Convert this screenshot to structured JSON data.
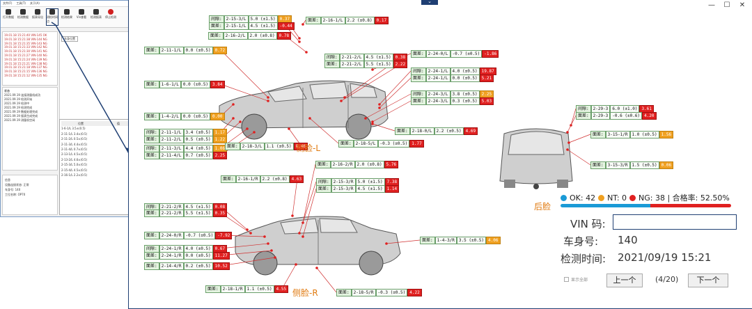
{
  "bg_window": {
    "menu": [
      "文件(F)",
      "工具(T)",
      "关于(A)"
    ],
    "ribbon": [
      "打开数据",
      "检测数据",
      "报表导出",
      "测检时间点",
      "检测结果",
      "Vin查看",
      "检测报表",
      "停止检测"
    ],
    "log_entries": [
      "19.01.18 15:21:40 VIN-145 OK",
      "19.01.18 15:21:38 VIN-144 NG",
      "19.01.18 15:21:35 VIN-143 NG",
      "19.01.18 15:21:33 VIN-142 NG",
      "19.01.18 15:21:30 VIN-141 NG",
      "19.01.18 15:21:27 VIN-140 NG",
      "19.01.18 15:21:24 VIN-139 NG",
      "19.01.18 15:21:21 VIN-138 NG",
      "19.01.18 15:21:18 VIN-137 NG",
      "19.01.18 15:21:15 VIN-136 NG",
      "19.01.18 15:21:12 VIN-135 NG"
    ],
    "status_title": "状态",
    "status_entries": [
      "2021.09.19 连接测量机成功",
      "2021.09.19 检测开始",
      "2021.09.19 检测中",
      "2021.09.19 检测完成",
      "2021.09.19 数据处理完成",
      "2021.09.19 报表生成完成",
      "2021.09.19 测量机空闲"
    ],
    "info_title": "信息",
    "info_rows": [
      "设备连接状态: 正常",
      "车身号: 140",
      "工位名称: OP70"
    ],
    "right_tab": "车身位置",
    "table_header": [
      "位置",
      "值"
    ],
    "table_rows": [
      "1-6-1/L 3.5±(0.5)",
      "2-11-1/L 3.4±(0.5)",
      "2-11-2/L 0.5±(0.5)",
      "2-11-3/L 4.4±(0.5)",
      "2-11-4/L 0.7±(0.5)",
      "2-13-1/L 4.5±(0.5)",
      "2-13-2/L 4.6±(0.5)",
      "2-15-3/L 5.0±(0.5)",
      "2-15-4/L 4.5±(0.5)",
      "2-16-1/L 2.2±(0.5)"
    ]
  },
  "window": {
    "controls": [
      "—",
      "☐",
      "✕"
    ]
  },
  "labels": [
    {
      "type": "间隙:",
      "name": "2-15-3/L",
      "val": "5.0 (±1.5)",
      "dev": "0.37",
      "st": "NT"
    },
    {
      "type": "面差:",
      "name": "2-15-1/L",
      "val": "4.5 (±1.5)",
      "dev": "-0.44",
      "st": "NG"
    },
    {
      "type": "面差:",
      "name": "2-16-1/L",
      "val": "2.2 (±0.8)",
      "dev": "0.17",
      "st": "NG"
    },
    {
      "type": "面差:",
      "name": "2-16-2/L",
      "val": "2.0 (±0.8)",
      "dev": "0.78",
      "st": "NG"
    },
    {
      "type": "面差:",
      "name": "2-11-1/L",
      "val": "0.0 (±0.5)",
      "dev": "0.72",
      "st": "NT"
    },
    {
      "type": "间隙:",
      "name": "2-21-2/L",
      "val": "4.5 (±1.5)",
      "dev": "0.38",
      "st": "NG"
    },
    {
      "type": "面差:",
      "name": "2-21-2/L",
      "val": "5.5 (±1.5)",
      "dev": "2.22",
      "st": "NG"
    },
    {
      "type": "面差:",
      "name": "2-24-0/L",
      "val": "-0.7 (±0.5)",
      "dev": "-1.86",
      "st": "NG"
    },
    {
      "type": "间隙:",
      "name": "2-24-1/L",
      "val": "4.0 (±0.5)",
      "dev": "19.87",
      "st": "NG"
    },
    {
      "type": "面差:",
      "name": "2-24-1/L",
      "val": "0.0 (±0.5)",
      "dev": "5.21",
      "st": "NG"
    },
    {
      "type": "面差:",
      "name": "1-6-1/L",
      "val": "0.0 (±0.5)",
      "dev": "3.84",
      "st": "NG"
    },
    {
      "type": "间隙:",
      "name": "2-24-3/L",
      "val": "3.8 (±0.5)",
      "dev": "2.25",
      "st": "NT"
    },
    {
      "type": "面差:",
      "name": "2-24-3/L",
      "val": "0.3 (±0.5)",
      "dev": "5.03",
      "st": "NG"
    },
    {
      "type": "面差:",
      "name": "1-4-2/L",
      "val": "0.0 (±0.5)",
      "dev": "0.00",
      "st": "NT"
    },
    {
      "type": "间隙:",
      "name": "2-11-1/L",
      "val": "3.4 (±0.5)",
      "dev": "1.17",
      "st": "NT"
    },
    {
      "type": "面差:",
      "name": "2-11-2/L",
      "val": "0.5 (±0.5)",
      "dev": "1.22",
      "st": "NT"
    },
    {
      "type": "间隙:",
      "name": "2-11-3/L",
      "val": "4.4 (±0.5)",
      "dev": "1.06",
      "st": "NT"
    },
    {
      "type": "面差:",
      "name": "2-11-4/L",
      "val": "0.7 (±0.5)",
      "dev": "2.25",
      "st": "NG"
    },
    {
      "type": "面差:",
      "name": "2-18-3/L",
      "val": "1.1 (±0.5)",
      "dev": "8.46",
      "st": "NG"
    },
    {
      "type": "面差:",
      "name": "2-18-5/L",
      "val": "-0.3 (±0.5)",
      "dev": "1.77",
      "st": "NG"
    },
    {
      "type": "面差:",
      "name": "2-18-0/L",
      "val": "2.2 (±0.5)",
      "dev": "4.69",
      "st": "NG"
    },
    {
      "type": "间隙:",
      "name": "2-29-3",
      "val": "6.0 (±1.0)",
      "dev": "3.61",
      "st": "NG"
    },
    {
      "type": "面差:",
      "name": "2-29-3",
      "val": "-0.6 (±0.6)",
      "dev": "4.20",
      "st": "NG"
    },
    {
      "type": "面差:",
      "name": "3-15-1/R",
      "val": "1.0 (±0.5)",
      "dev": "1.56",
      "st": "NT"
    },
    {
      "type": "面差:",
      "name": "3-15-3/R",
      "val": "1.5 (±0.5)",
      "dev": "0.06",
      "st": "NT"
    },
    {
      "type": "面差:",
      "name": "2-16-2/R",
      "val": "2.0 (±0.8)",
      "dev": "5.76",
      "st": "NG"
    },
    {
      "type": "面差:",
      "name": "2-16-1/R",
      "val": "2.2 (±0.8)",
      "dev": "4.63",
      "st": "NG"
    },
    {
      "type": "间隙:",
      "name": "2-15-3/R",
      "val": "5.0 (±1.5)",
      "dev": "7.38",
      "st": "NG"
    },
    {
      "type": "面差:",
      "name": "2-15-3/R",
      "val": "4.5 (±1.5)",
      "dev": "1.14",
      "st": "NG"
    },
    {
      "type": "间隙:",
      "name": "2-21-2/R",
      "val": "4.5 (±1.5)",
      "dev": "0.08",
      "st": "NG"
    },
    {
      "type": "面差:",
      "name": "2-21-2/R",
      "val": "5.5 (±1.5)",
      "dev": "0.35",
      "st": "NG"
    },
    {
      "type": "面差:",
      "name": "2-24-0/R",
      "val": "-0.7 (±0.5)",
      "dev": "-7.92",
      "st": "NG"
    },
    {
      "type": "间隙:",
      "name": "2-24-1/R",
      "val": "4.0 (±0.5)",
      "dev": "0.67",
      "st": "NG"
    },
    {
      "type": "面差:",
      "name": "2-24-1/R",
      "val": "0.0 (±0.5)",
      "dev": "11.27",
      "st": "NG"
    },
    {
      "type": "面差:",
      "name": "1-4-3/R",
      "val": "3.5 (±0.5)",
      "dev": "4.06",
      "st": "NT"
    },
    {
      "type": "面差:",
      "name": "2-14-4/R",
      "val": "0.2 (±0.5)",
      "dev": "10.52",
      "st": "NG"
    },
    {
      "type": "面差:",
      "name": "2-18-1/R",
      "val": "1.1 (±0.5)",
      "dev": "4.55",
      "st": "NG"
    },
    {
      "type": "面差:",
      "name": "2-18-5/R",
      "val": "-0.3 (±0.5)",
      "dev": "4.22",
      "st": "NG"
    }
  ],
  "captions": {
    "left": "侧脸-L",
    "right": "侧脸-R",
    "rear": "后脸"
  },
  "summary": {
    "ok_text": "OK: 42",
    "nt_text": "NT: 0",
    "ng_text": "NG: 38 | 合格率:  52.50%",
    "ok": 42,
    "nt": 0,
    "ng": 38,
    "pass_rate": 52.5,
    "ok_color": "#1a9ad6",
    "nt_color": "#f0a020",
    "ng_color": "#e02020"
  },
  "fields": {
    "vin_label": "VIN 码:",
    "vin_value": "",
    "body_label": "车身号:",
    "body_value": "140",
    "time_label": "检测时间:",
    "time_value": "2021/09/19 15:21"
  },
  "nav": {
    "show_all": "显示全部",
    "prev": "上一个",
    "page": "(4/20)",
    "next": "下一个"
  }
}
